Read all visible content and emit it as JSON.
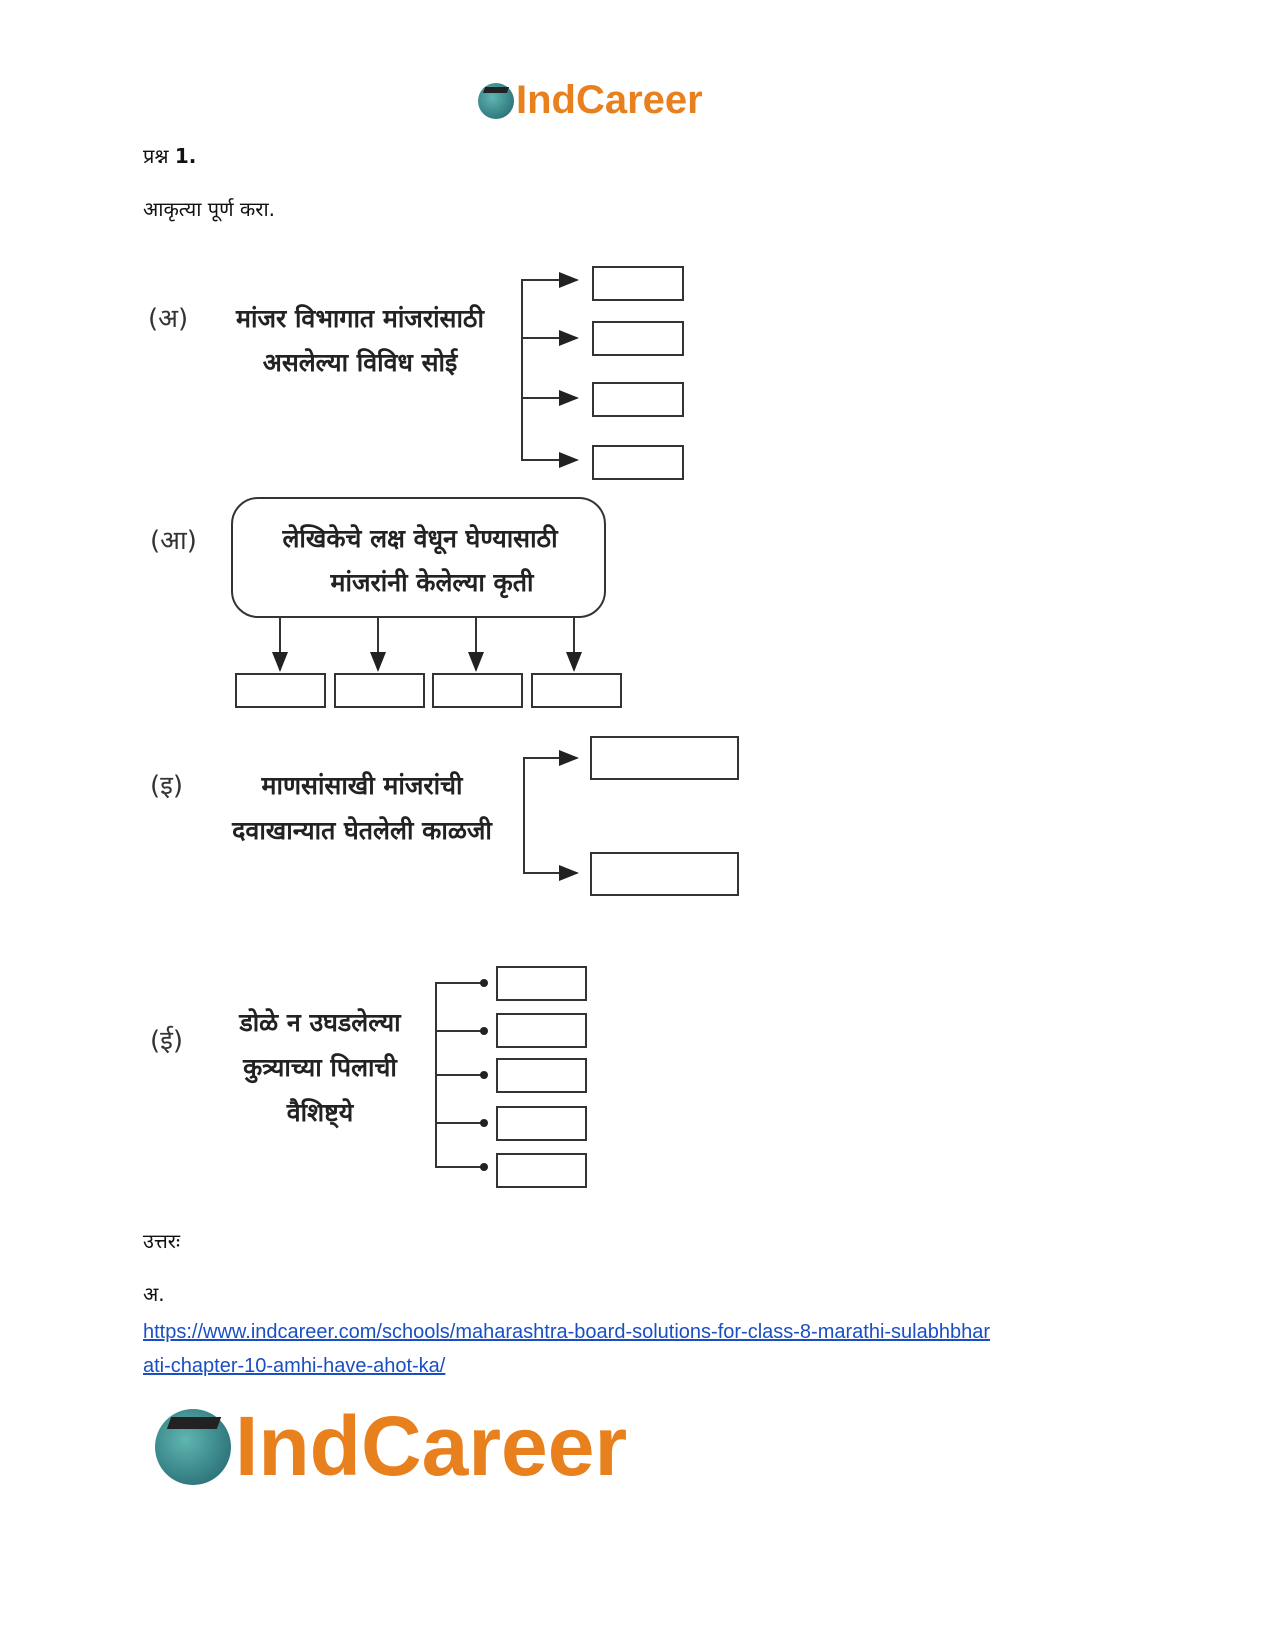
{
  "brand": {
    "logo_text": "IndCareer",
    "color": "#e8801e"
  },
  "question": {
    "title_prefix": "प्रश्न",
    "title_number": "1.",
    "instruction": "आकृत्या पूर्ण करा."
  },
  "diagrams": {
    "a": {
      "label": "(अ)",
      "lines": [
        "मांजर विभागात मांजरांसाठी",
        "असलेल्या विविध सोई"
      ],
      "boxes": 4
    },
    "aa": {
      "label": "(आ)",
      "lines": [
        "लेखिकेचे लक्ष वेधून घेण्यासाठी",
        "मांजरांनी केलेल्या कृती"
      ],
      "boxes": 4
    },
    "i": {
      "label": "(इ)",
      "lines": [
        "माणसांसाखी मांजरांची",
        "दवाखान्यात घेतलेली काळजी"
      ],
      "boxes": 2
    },
    "ii": {
      "label": "(ई)",
      "lines": [
        "डोळे न उघडलेल्या",
        "कुत्र्याच्या पिलाची",
        "वैशिष्ट्ये"
      ],
      "boxes": 5
    }
  },
  "answer": {
    "heading": "उत्तरः",
    "part": "अ.",
    "link_line1": "https://www.indcareer.com/schools/maharashtra-board-solutions-for-class-8-marathi-sulabhbhar",
    "link_line2": "ati-chapter-10-amhi-have-ahot-ka/"
  }
}
